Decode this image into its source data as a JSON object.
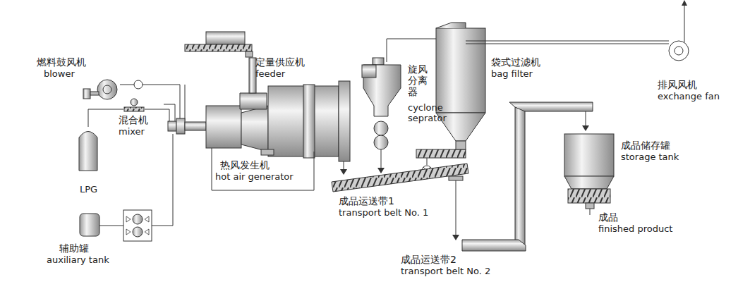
{
  "diagram": {
    "labels": [
      "燃料鼓风机",
      "blower",
      "混合机",
      "mixer",
      "LPG",
      "辅助罐",
      "auxiliary tank",
      "定量供应机",
      "feeder",
      "热风发生机",
      "hot air generator",
      "旋风 分离 器",
      "cyclone seprator",
      "袋式过滤机",
      "bag filter",
      "排风风机",
      "exchange fan",
      "成品运送带1",
      "transport belt No. 1",
      "成品储存罐",
      "storage tank",
      "成品",
      "finished product",
      "成品运送带2",
      "transport belt No. 2"
    ]
  }
}
